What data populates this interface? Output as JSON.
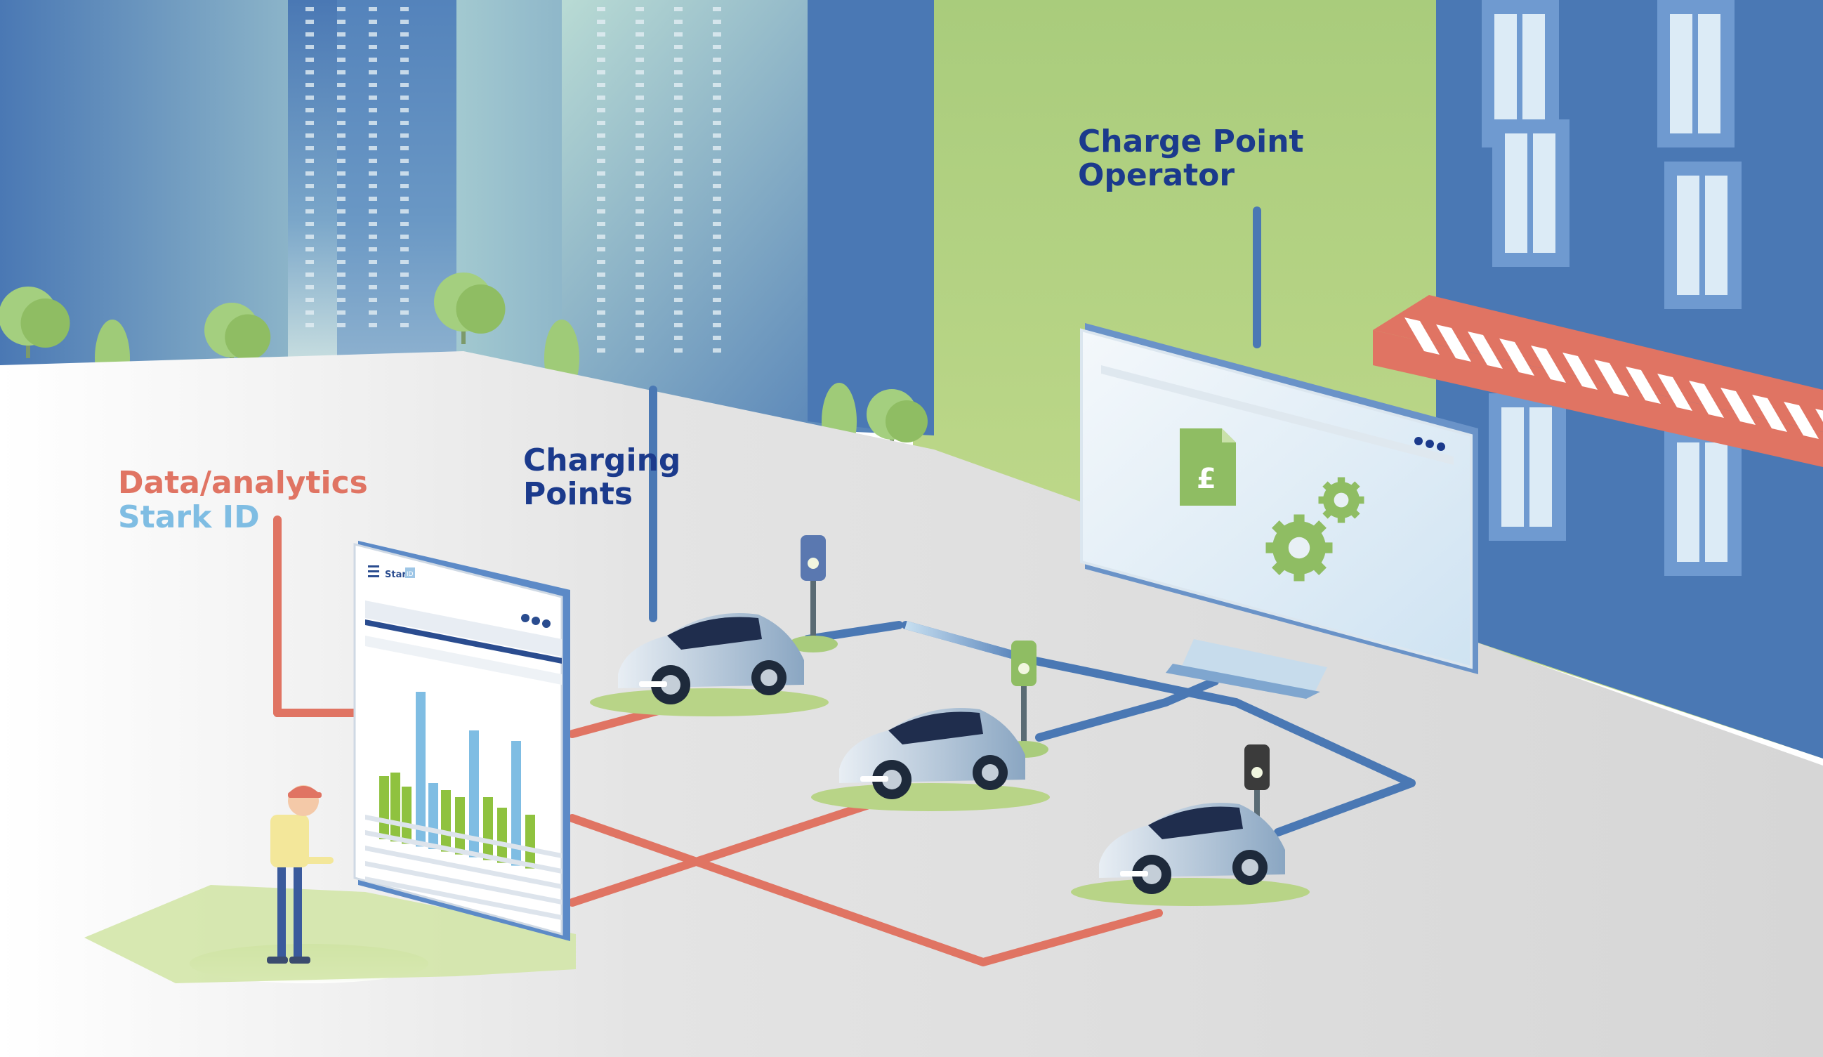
{
  "labels": {
    "charge_point_operator_line1": "Charge Point",
    "charge_point_operator_line2": "Operator",
    "charging_points_line1": "Charging",
    "charging_points_line2": "Points",
    "data_analytics": "Data/analytics",
    "stark_id": "Stark ID"
  },
  "tablet": {
    "logo_text": "Stark",
    "logo_badge": "ID"
  },
  "monitor": {
    "document_symbol": "£"
  },
  "colors": {
    "operator_text": "#1b3a8c",
    "analytics_red": "#e07463",
    "stark_id_blue": "#7fbde3",
    "building_blue": "#4a78b4",
    "grass_green": "#b8d487",
    "chart_green": "#8fc23f"
  },
  "icons": [
    "menu-icon",
    "more-dots-icon",
    "pound-document-icon",
    "gear-icon",
    "ev-charger-icon",
    "electric-car-icon"
  ]
}
